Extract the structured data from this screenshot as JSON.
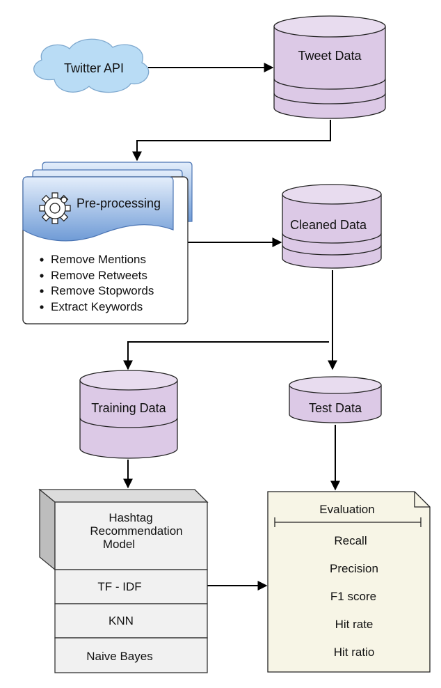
{
  "nodes": {
    "twitter_api": "Twitter API",
    "tweet_data": "Tweet Data",
    "preprocessing": {
      "title": "Pre-processing",
      "icon": "gear-icon",
      "steps": [
        "Remove Mentions",
        "Remove Retweets",
        "Remove Stopwords",
        "Extract Keywords"
      ]
    },
    "cleaned_data": "Cleaned Data",
    "training_data": "Training Data",
    "test_data": "Test Data",
    "model": {
      "title_lines": [
        "Hashtag",
        "Recommendation",
        "Model"
      ],
      "components": [
        "TF - IDF",
        "KNN",
        "Naive Bayes"
      ]
    },
    "evaluation": {
      "title": "Evaluation",
      "metrics": [
        "Recall",
        "Precision",
        "F1 score",
        "Hit rate",
        "Hit ratio"
      ]
    }
  },
  "colors": {
    "cloud": "#b9dcf5",
    "database": "#dcc9e6",
    "doc_header": "#6f9bd6",
    "model_box": "#f1f1f1",
    "evaluation_note": "#f7f5e6"
  }
}
